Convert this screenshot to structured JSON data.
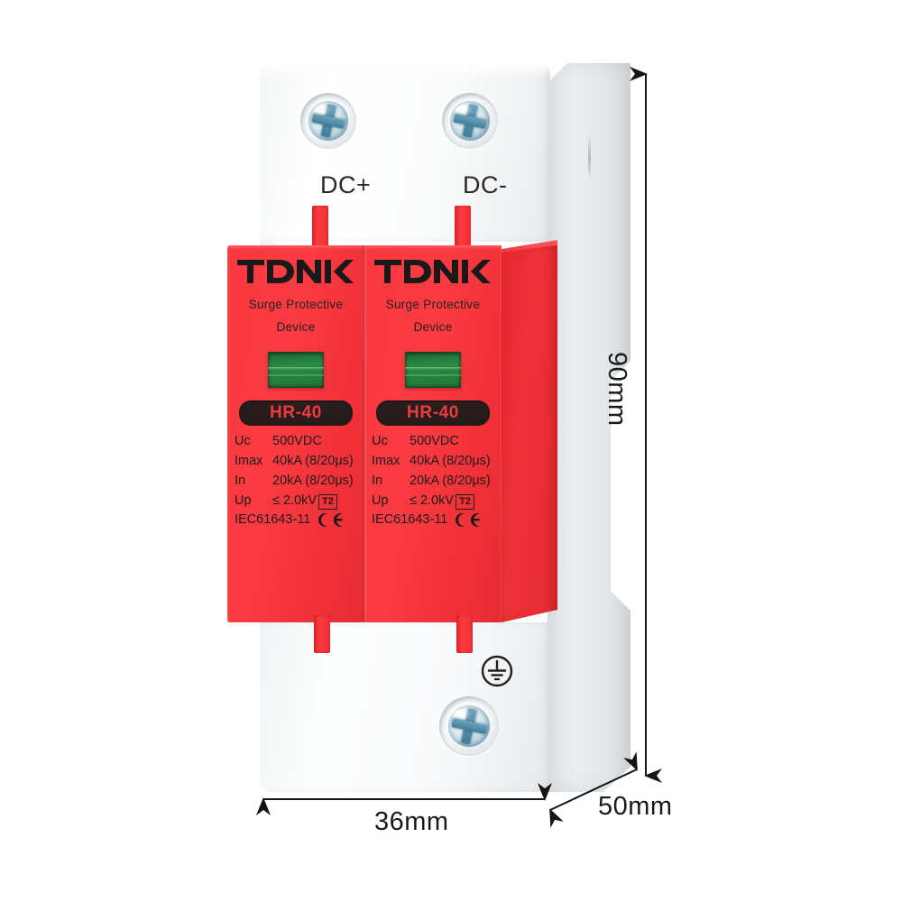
{
  "product": {
    "brand": "TDNK",
    "subtitle_line1": "Surge Protective",
    "subtitle_line2": "Device",
    "model": "HR-40",
    "specs": [
      {
        "key": "Uc",
        "value": "500VDC"
      },
      {
        "key": "Imax",
        "value": "40kA (8/20μs)"
      },
      {
        "key": "In",
        "value": "20kA (8/20μs)"
      },
      {
        "key": "Up",
        "value": "≤ 2.0kV"
      }
    ],
    "type_marking": "T2",
    "standard": "IEC61643-11",
    "certification_mark": "CE",
    "indicator_status_color": "#247a3b"
  },
  "terminals": {
    "top_left_label": "DC+",
    "top_right_label": "DC-",
    "earth_symbol_name": "earth-ground-symbol"
  },
  "dimensions": {
    "height": "90mm",
    "width": "36mm",
    "depth": "50mm"
  },
  "colors": {
    "module_red": "#f8383f",
    "module_red_side": "#e4282f",
    "housing_white": "#f4f6f7",
    "badge_dark": "#2b2020",
    "model_text_red": "#f03a40",
    "indicator_green": "#247a3b",
    "screw_blue": "#3f7e9c",
    "annotation_black": "#1a1a1a"
  }
}
